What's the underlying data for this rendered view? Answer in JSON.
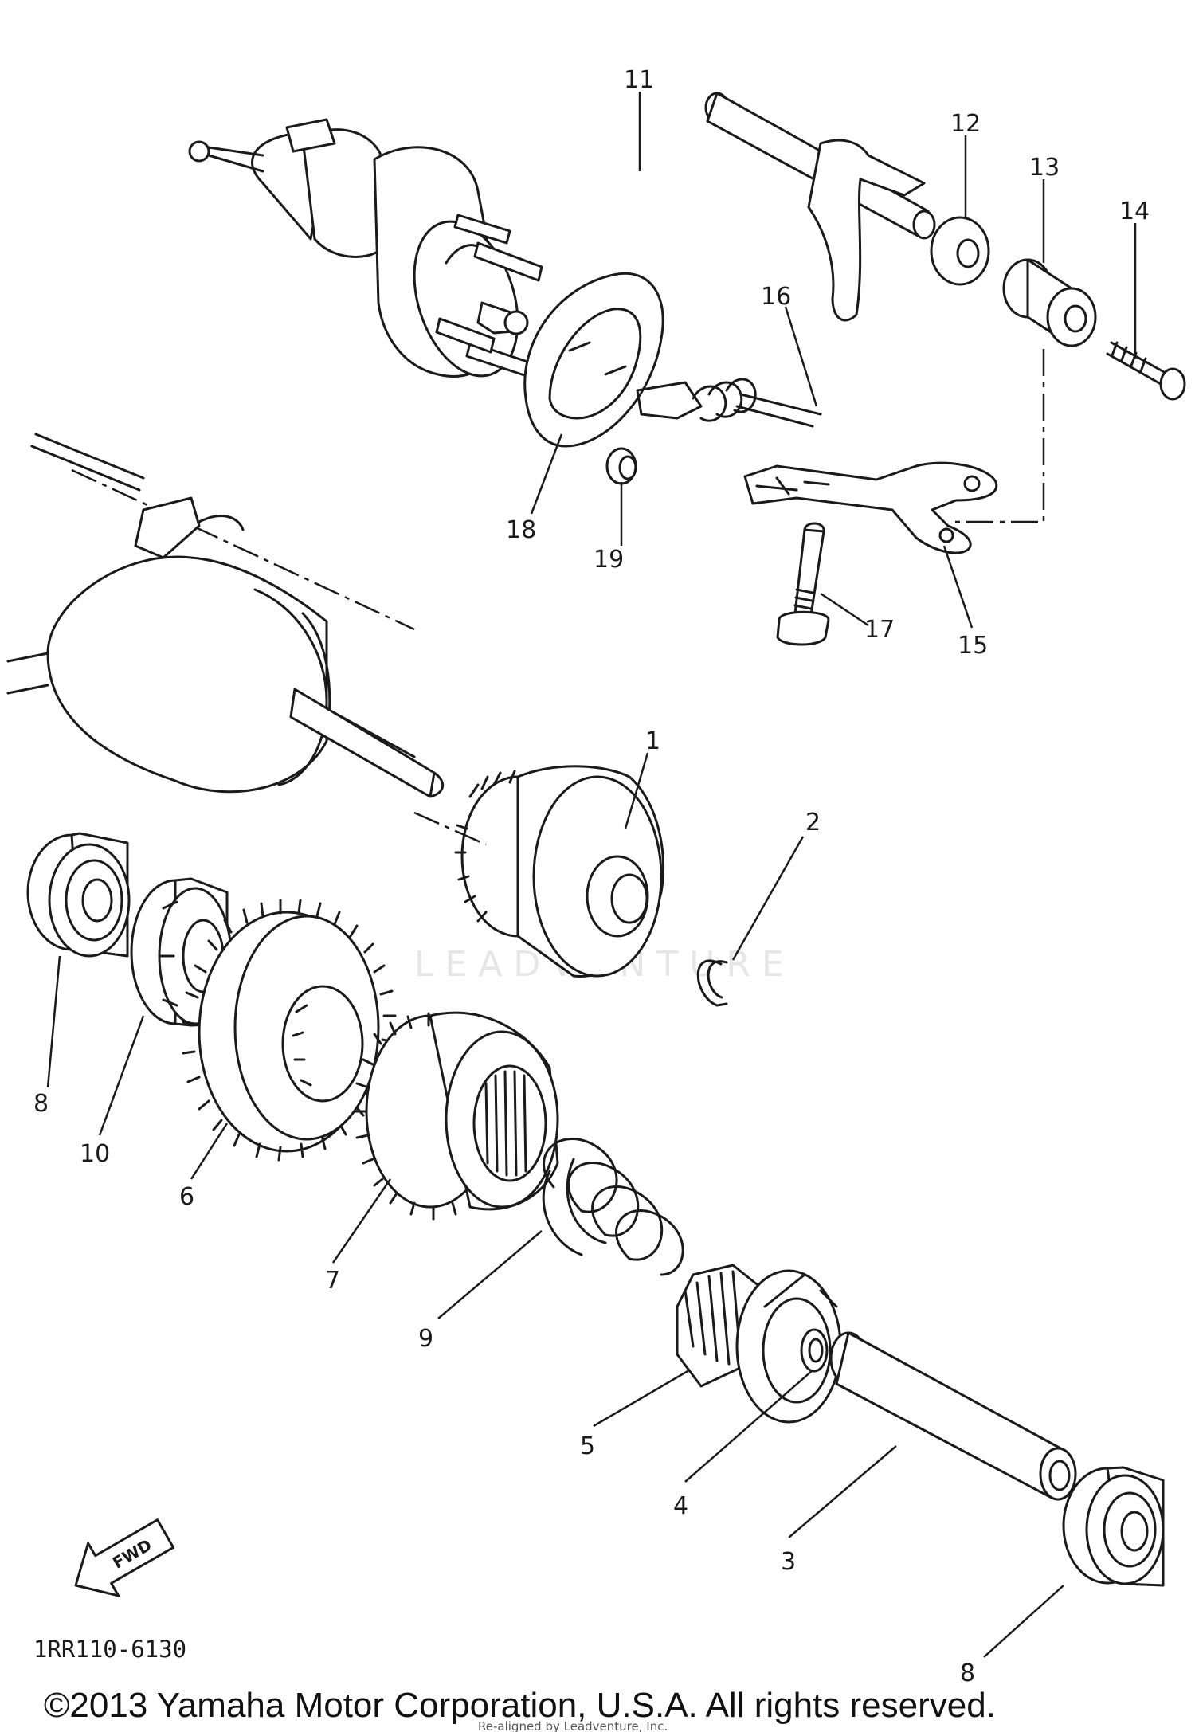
{
  "diagram": {
    "parts": [
      {
        "num": "1"
      },
      {
        "num": "2"
      },
      {
        "num": "3"
      },
      {
        "num": "4"
      },
      {
        "num": "5"
      },
      {
        "num": "6"
      },
      {
        "num": "7"
      },
      {
        "num": "8"
      },
      {
        "num": "8"
      },
      {
        "num": "9"
      },
      {
        "num": "10"
      },
      {
        "num": "11"
      },
      {
        "num": "12"
      },
      {
        "num": "13"
      },
      {
        "num": "14"
      },
      {
        "num": "15"
      },
      {
        "num": "16"
      },
      {
        "num": "17"
      },
      {
        "num": "18"
      },
      {
        "num": "19"
      }
    ],
    "catalog_code": "1RR110-6130",
    "fwd_label": "FWD",
    "watermark": "LEADVENTURE"
  },
  "footer": {
    "copyright": "©2013 Yamaha Motor Corporation, U.S.A. All rights reserved.",
    "credit": "Re-aligned by Leadventure, Inc."
  }
}
